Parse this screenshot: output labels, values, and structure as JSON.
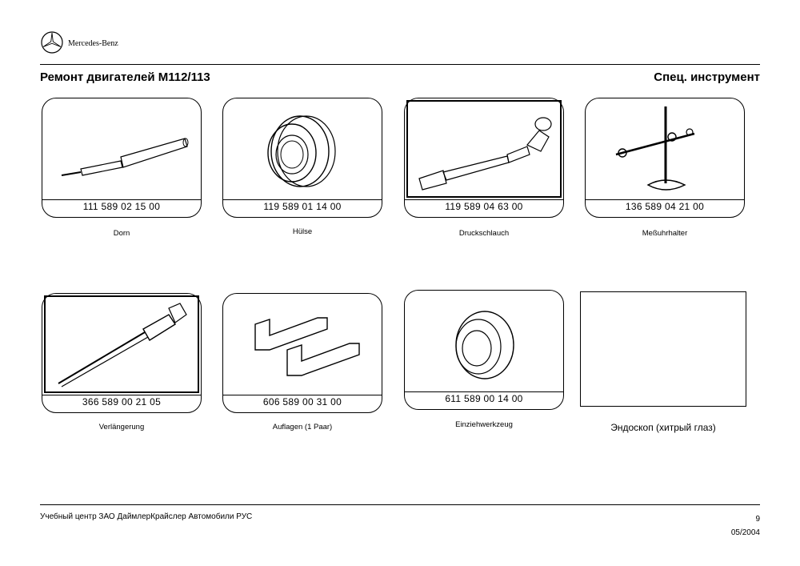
{
  "header": {
    "brand": "Mercedes-Benz",
    "logo_icon": "mercedes-star-icon",
    "title": "Ремонт двигателей M112/113",
    "section": "Спец. инструмент"
  },
  "tools": [
    {
      "number": "111 589 02 15 00",
      "caption": "Dorn",
      "icon": "drift-pin-icon"
    },
    {
      "number": "119 589 01 14 00",
      "caption": "Hülse",
      "icon": "sleeve-icon"
    },
    {
      "number": "119 589 04 63 00",
      "caption": "Druckschlauch",
      "icon": "pressure-hose-icon"
    },
    {
      "number": "136 589 04 21 00",
      "caption": "Meßuhrhalter",
      "icon": "dial-gauge-holder-icon"
    },
    {
      "number": "366 589 00 21 05",
      "caption": "Verlängerung",
      "icon": "extension-icon"
    },
    {
      "number": "606 589 00 31 00",
      "caption": "Auflagen (1 Paar)",
      "icon": "supports-pair-icon"
    },
    {
      "number": "611 589 00 14 00",
      "caption": "Einziehwerkzeug",
      "icon": "pulling-tool-icon"
    }
  ],
  "endoscope": {
    "caption": "Эндоскоп (хитрый глаз)"
  },
  "footer": {
    "organization": "Учебный центр ЗАО ДаймлерКрайслер Автомобили РУС",
    "page": "9",
    "date": "05/2004"
  }
}
